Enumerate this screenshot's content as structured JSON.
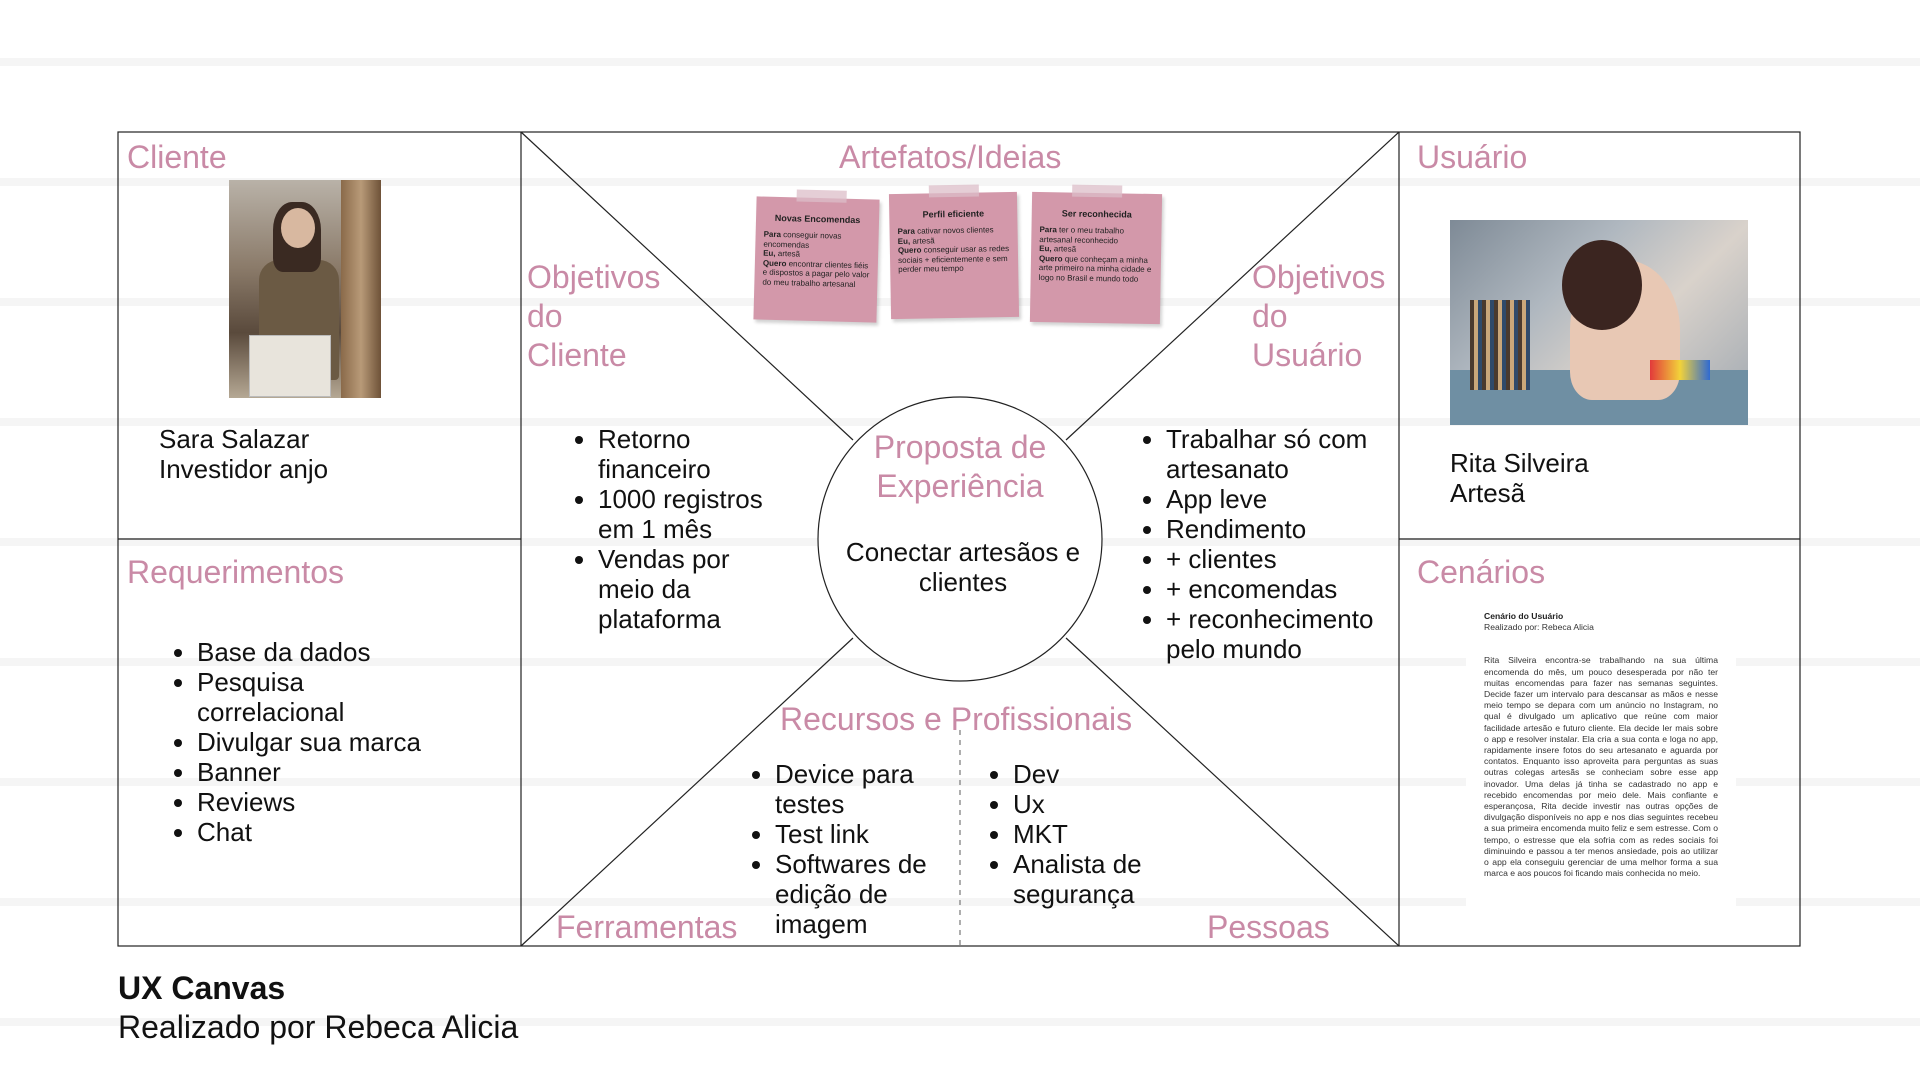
{
  "canvas": {
    "client": {
      "title": "Cliente",
      "name": "Sara Salazar",
      "role": "Investidor anjo"
    },
    "requirements": {
      "title": "Requerimentos",
      "items": [
        "Base da dados",
        "Pesquisa correlacional",
        "Divulgar sua marca",
        "Banner",
        "Reviews",
        "Chat"
      ]
    },
    "artifacts": {
      "title": "Artefatos/Ideias",
      "notes": [
        {
          "title": "Novas Encomendas",
          "para_label": "Para",
          "para": "conseguir novas encomendas",
          "eu_label": "Eu,",
          "eu": "artesã",
          "quero_label": "Quero",
          "quero": "encontrar clientes fiéis e dispostos a pagar pelo valor do meu trabalho artesanal"
        },
        {
          "title": "Perfil eficiente",
          "para_label": "Para",
          "para": "cativar novos clientes",
          "eu_label": "Eu,",
          "eu": "artesã",
          "quero_label": "Quero",
          "quero": "conseguir usar as redes sociais + eficientemente e sem perder meu tempo"
        },
        {
          "title": "Ser reconhecida",
          "para_label": "Para",
          "para": "ter o meu trabalho artesanal reconhecido",
          "eu_label": "Eu,",
          "eu": "artesã",
          "quero_label": "Quero",
          "quero": "que conheçam a minha arte primeiro na minha cidade e logo no Brasil e mundo todo"
        }
      ]
    },
    "client_goals": {
      "title_line1": "Objetivos",
      "title_line2": "do",
      "title_line3": "Cliente",
      "items": [
        "Retorno financeiro",
        "1000 registros em 1 mês",
        "Vendas por meio da plataforma"
      ]
    },
    "user_goals": {
      "title_line1": "Objetivos",
      "title_line2": "do",
      "title_line3": "Usuário",
      "items": [
        "Trabalhar só com artesanato",
        "App leve",
        "Rendimento",
        "+ clientes",
        "+ encomendas",
        "+ reconhecimento pelo mundo"
      ]
    },
    "proposal": {
      "title_line1": "Proposta de",
      "title_line2": "Experiência",
      "text": "Conectar artesãos e clientes"
    },
    "resources": {
      "title": "Recursos e Profissionais",
      "tools_items": [
        "Device para testes",
        "Test link",
        "Softwares de edição de imagem"
      ],
      "people_items": [
        "Dev",
        "Ux",
        "MKT",
        "Analista de segurança"
      ],
      "tools_label": "Ferramentas",
      "people_label": "Pessoas"
    },
    "user": {
      "title": "Usuário",
      "name": "Rita Silveira",
      "role": "Artesã"
    },
    "scenarios": {
      "title": "Cenários",
      "doc_title": "Cenário do Usuário",
      "doc_author": "Realizado por: Rebeca Alicia",
      "doc_body": "Rita Silveira encontra-se trabalhando na sua última encomenda do mês, um pouco desesperada por não ter muitas encomendas para fazer nas semanas seguintes. Decide fazer um intervalo para descansar as mãos e nesse meio tempo se depara com um anúncio no Instagram, no qual é divulgado um aplicativo que reúne com maior facilidade artesão e futuro cliente. Ela decide ler mais sobre o app e resolver instalar. Ela cria a sua conta e loga no app, rapidamente insere fotos do seu artesanato e aguarda por contatos. Enquanto isso aproveita para perguntas as suas outras colegas artesãs se conheciam sobre esse app inovador. Uma delas já tinha se cadastrado no app e recebido encomendas por meio dele. Mais confiante e esperançosa, Rita decide investir nas outras opções de divulgação disponíveis no app e nos dias seguintes recebeu a sua primeira encomenda muito feliz e sem estresse. Com o tempo, o estresse que ela sofria com as redes sociais foi diminuindo e passou a ter menos ansiedade, pois ao utilizar o app ela conseguiu gerenciar de uma melhor forma a sua marca e aos poucos foi ficando mais conhecida no meio."
    }
  },
  "footer": {
    "title": "UX Canvas",
    "subtitle": "Realizado por Rebeca Alicia"
  },
  "colors": {
    "accent_pink": "#c98aa6",
    "sticky_pink": "#d398aa",
    "line": "#222222"
  }
}
